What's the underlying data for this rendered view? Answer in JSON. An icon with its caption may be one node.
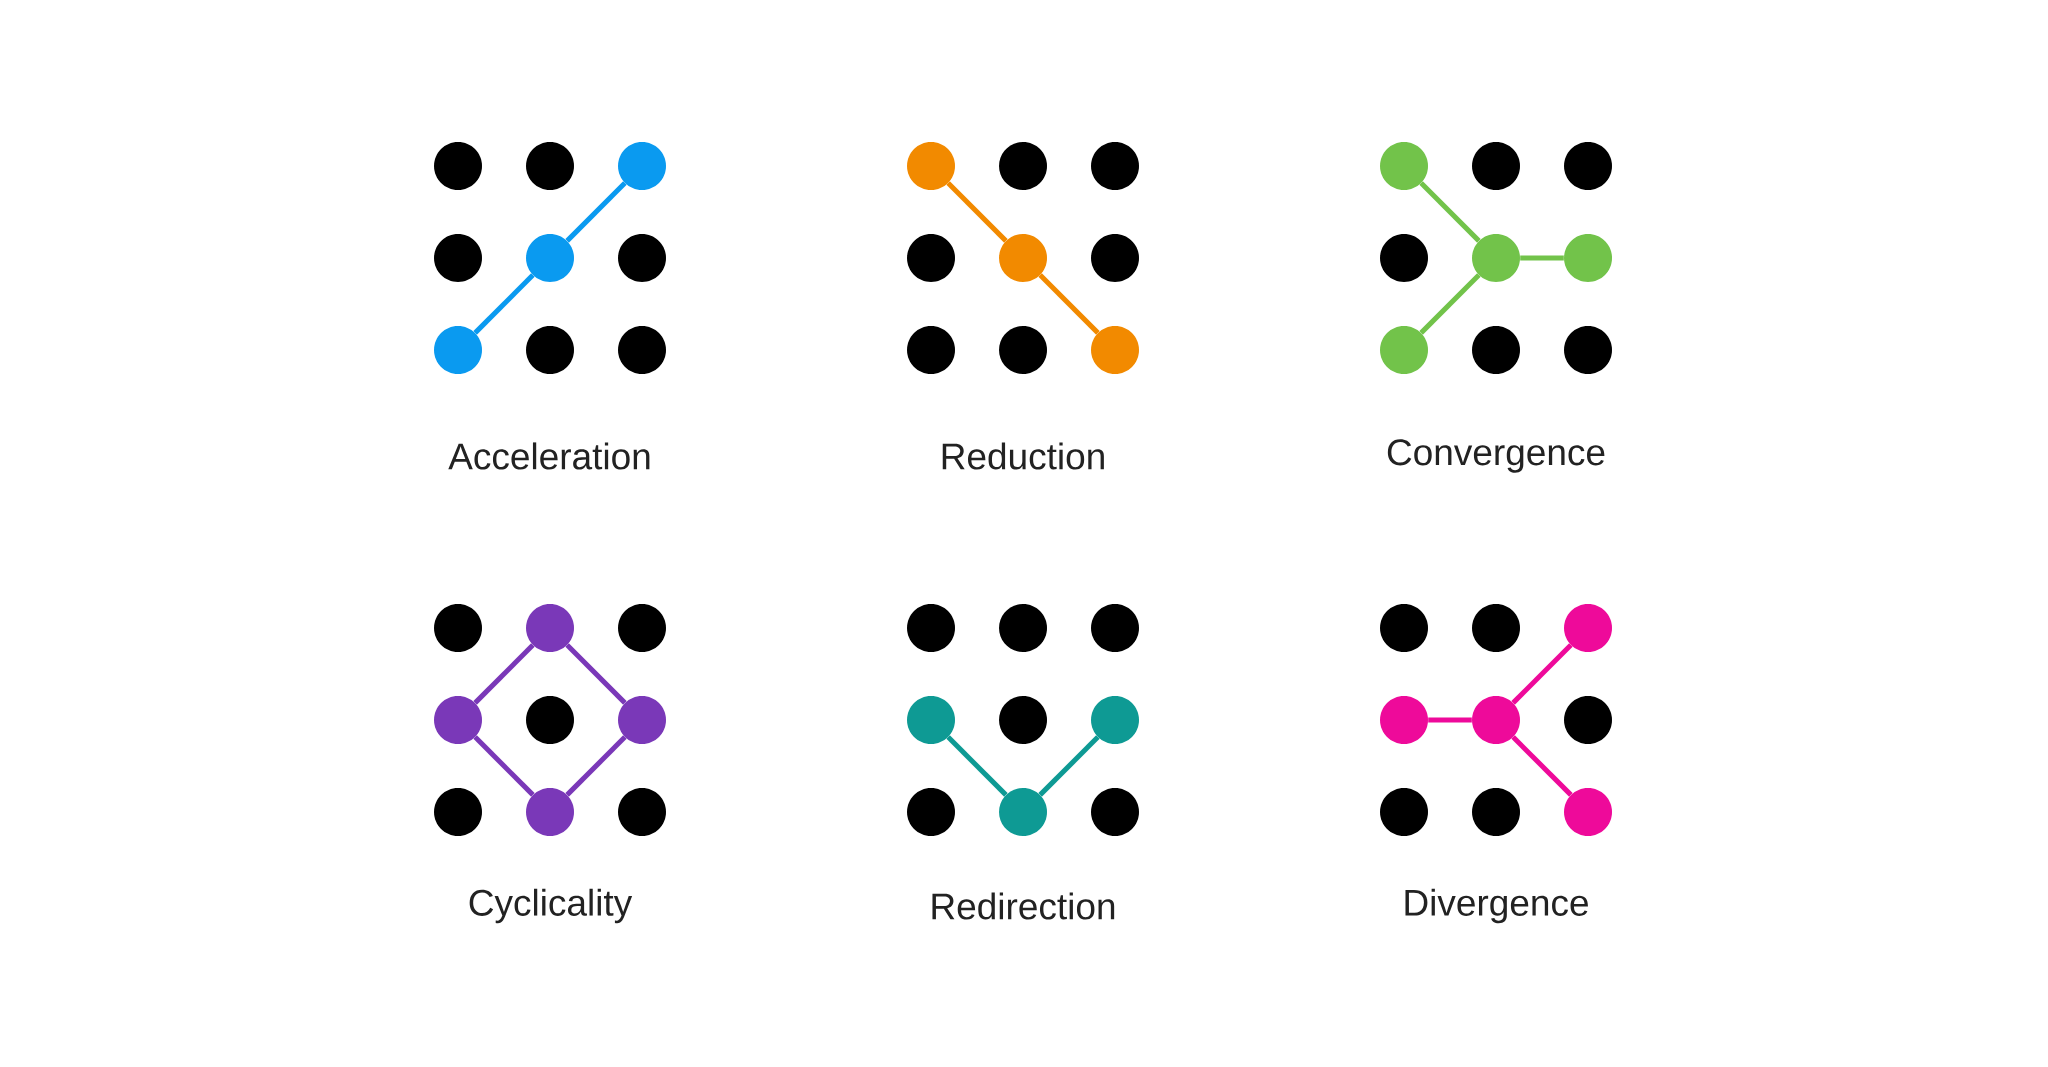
{
  "diagram": {
    "nodes": [
      {
        "text": [],
        "shape": "circle"
      },
      {
        "text": [],
        "shape": "circle"
      },
      {
        "text": [],
        "shape": "circle"
      },
      {
        "text": [],
        "shape": "circle"
      },
      {
        "text": [],
        "shape": "circle"
      },
      {
        "text": [],
        "shape": "circle"
      },
      {
        "text": [],
        "shape": "circle"
      },
      {
        "text": [],
        "shape": "circle"
      },
      {
        "text": [],
        "shape": "circle"
      },
      {
        "text": [],
        "shape": "circle"
      },
      {
        "text": [],
        "shape": "circle"
      },
      {
        "text": [],
        "shape": "circle"
      },
      {
        "text": [],
        "shape": "circle"
      },
      {
        "text": [],
        "shape": "circle"
      },
      {
        "text": [],
        "shape": "circle"
      },
      {
        "text": [],
        "shape": "circle"
      },
      {
        "text": [],
        "shape": "circle"
      },
      {
        "text": [],
        "shape": "circle"
      },
      {
        "text": [],
        "shape": "circle"
      },
      {
        "text": [],
        "shape": "circle"
      },
      {
        "text": [],
        "shape": "circle"
      }
    ],
    "edges": [
      {
        "from": 2,
        "to": 1,
        "arrow": "none",
        "color": "#0a9af0"
      },
      {
        "from": 1,
        "to": 0,
        "arrow": "none",
        "color": "#0a9af0"
      },
      {
        "from": 3,
        "to": 4,
        "arrow": "none",
        "color": "#f28a00"
      },
      {
        "from": 4,
        "to": 5,
        "arrow": "none",
        "color": "#f28a00"
      },
      {
        "from": 6,
        "to": 7,
        "arrow": "none",
        "color": "#72c34a"
      },
      {
        "from": 9,
        "to": 7,
        "arrow": "none",
        "color": "#72c34a"
      },
      {
        "from": 7,
        "to": 8,
        "arrow": "none",
        "color": "#72c34a"
      },
      {
        "from": 10,
        "to": 11,
        "arrow": "none",
        "color": "#7a38b8"
      },
      {
        "from": 10,
        "to": 12,
        "arrow": "none",
        "color": "#7a38b8"
      },
      {
        "from": 11,
        "to": 13,
        "arrow": "none",
        "color": "#7a38b8"
      },
      {
        "from": 12,
        "to": 13,
        "arrow": "none",
        "color": "#7a38b8"
      },
      {
        "from": 14,
        "to": 16,
        "arrow": "none",
        "color": "#0e9a94"
      },
      {
        "from": 16,
        "to": 15,
        "arrow": "none",
        "color": "#0e9a94"
      },
      {
        "from": 18,
        "to": 19,
        "arrow": "none",
        "color": "#ee0a9a"
      },
      {
        "from": 19,
        "to": 17,
        "arrow": "none",
        "color": "#ee0a9a"
      },
      {
        "from": 19,
        "to": 20,
        "arrow": "none",
        "color": "#ee0a9a"
      }
    ],
    "labels": [
      "Acceleration",
      "Reduction",
      "Convergence",
      "Cyclicality",
      "Redirection",
      "Divergence"
    ]
  }
}
